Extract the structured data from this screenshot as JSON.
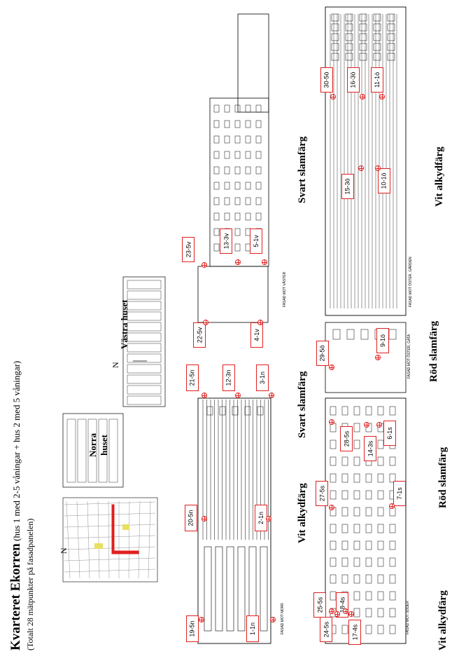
{
  "title": {
    "main": "Kvarteret Ekorren",
    "sub": " (hus 1 med 2-5 våningar + hus 2 med 5 våningar)",
    "note": "(Totalt 28 mätpunkter på fasadpanelen)"
  },
  "map": {
    "north": "N"
  },
  "plan": {
    "north": "N",
    "house_north": "Norra huset",
    "house_west": "Västra huset"
  },
  "paint": {
    "white_1": "Vit alkydfärg",
    "black_1": "Svart slamfärg",
    "white_2": "Vit alkydfärg",
    "red_1": "Röd slamfärg",
    "red_2": "Röd slamfärg",
    "black_2": "Svart slamfärg",
    "white_3": "Vit alkydfärg"
  },
  "facades": {
    "north": "FASAD MOT NORR",
    "south": "FASAD MOT SÖDER",
    "east": "FASAD MOT ÖSTER, GATA",
    "west": "FASAD MOT VÄSTER",
    "west_yard": "FASAD MOT ÖSTER, GÅRDEN"
  },
  "points": {
    "p19_5n": "19-5n",
    "p1_1n": "1-1n",
    "p20_5n": "20-5n",
    "p2_1n": "2-1n",
    "p21_5n": "21-5n",
    "p12_3n": "12-3n",
    "p3_1n": "3-1n",
    "p24_5s": "24-5s",
    "p17_4s": "17-4s",
    "p25_5s": "25-5s",
    "p18_4s": "18-4s",
    "p27_5s": "27-5s",
    "p7_1s": "7-1s",
    "p28_5s": "28-5s",
    "p14_3s": "14-3s",
    "p6_1s": "6-1s",
    "p29_5o": "29-5ö",
    "p9_1o": "9-1ö",
    "p22_5v": "22-5v",
    "p4_1v": "4-1v",
    "p23_5v": "23-5v",
    "p13_3v": "13-3v",
    "p5_1v": "5-1v",
    "p15_3o": "15-3ö",
    "p10_1o": "10-1ö",
    "p30_5o": "30-5ö",
    "p16_3o": "16-3ö",
    "p11_1o": "11-1ö"
  },
  "colors": {
    "marker": "#e02020",
    "highlight": "#e02020",
    "line": "#000000"
  }
}
